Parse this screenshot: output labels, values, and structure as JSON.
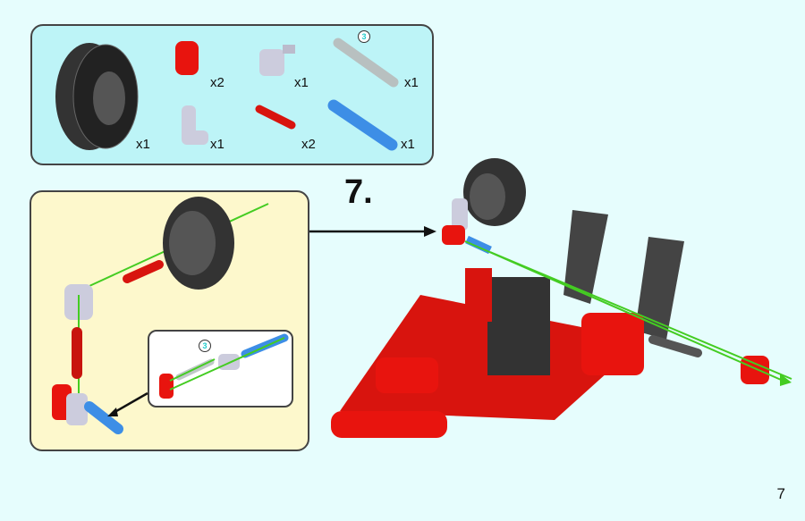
{
  "step_number": "7.",
  "page_number": "7",
  "parts_list": [
    {
      "part": "wheel",
      "qty": "x1"
    },
    {
      "part": "red-connector",
      "qty": "x2"
    },
    {
      "part": "gray-connector",
      "qty": "x1"
    },
    {
      "part": "gray-axle",
      "qty": "x1",
      "length": "3"
    },
    {
      "part": "gray-bent-connector",
      "qty": "x1"
    },
    {
      "part": "red-axle",
      "qty": "x2"
    },
    {
      "part": "blue-pin",
      "qty": "x1"
    }
  ],
  "subassembly_axle_length": "3",
  "colors": {
    "page_bg": "#e6fdfd",
    "parts_bg": "#bdf4f7",
    "sub_bg": "#fdf8cc",
    "red": "#e8140e",
    "blue": "#3d8ee6",
    "gray": "#c8cccc",
    "dark": "#333333",
    "arrow": "#44cc22"
  }
}
